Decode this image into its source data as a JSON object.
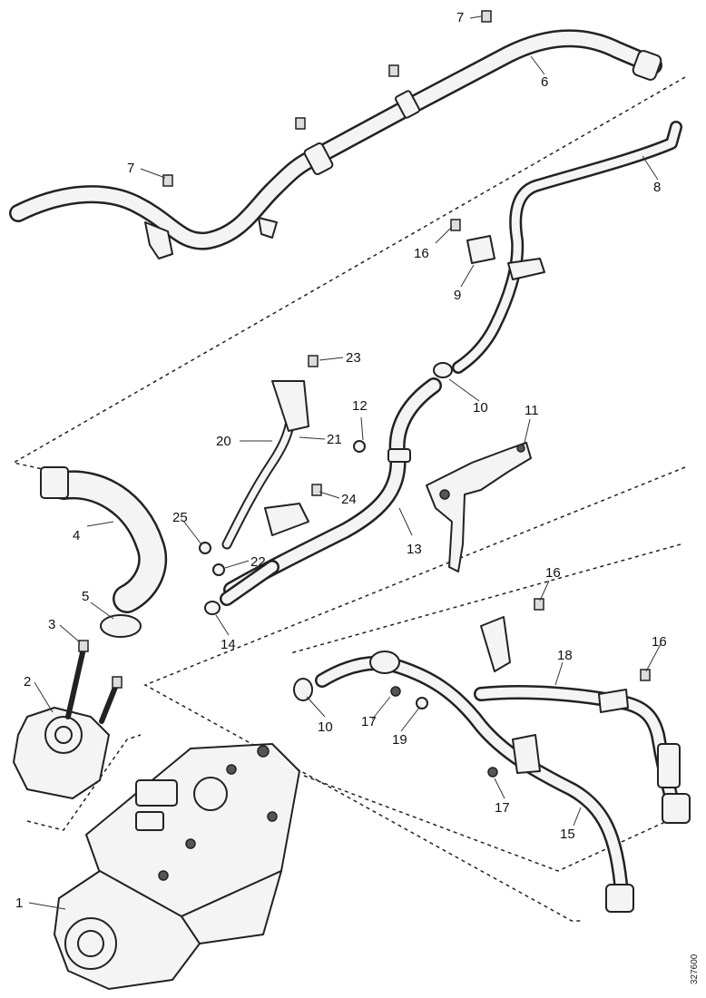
{
  "diagram": {
    "reference_number": "327600",
    "callouts": [
      {
        "id": "c7a",
        "label": "7"
      },
      {
        "id": "c6",
        "label": "6"
      },
      {
        "id": "c7b",
        "label": "7"
      },
      {
        "id": "c8",
        "label": "8"
      },
      {
        "id": "c16a",
        "label": "16"
      },
      {
        "id": "c9",
        "label": "9"
      },
      {
        "id": "c23",
        "label": "23"
      },
      {
        "id": "c10a",
        "label": "10"
      },
      {
        "id": "c12",
        "label": "12"
      },
      {
        "id": "c11",
        "label": "11"
      },
      {
        "id": "c20",
        "label": "20"
      },
      {
        "id": "c21",
        "label": "21"
      },
      {
        "id": "c4",
        "label": "4"
      },
      {
        "id": "c24",
        "label": "24"
      },
      {
        "id": "c25",
        "label": "25"
      },
      {
        "id": "c13",
        "label": "13"
      },
      {
        "id": "c22",
        "label": "22"
      },
      {
        "id": "c5",
        "label": "5"
      },
      {
        "id": "c16b",
        "label": "16"
      },
      {
        "id": "c3",
        "label": "3"
      },
      {
        "id": "c14",
        "label": "14"
      },
      {
        "id": "c18",
        "label": "18"
      },
      {
        "id": "c16c",
        "label": "16"
      },
      {
        "id": "c2",
        "label": "2"
      },
      {
        "id": "c10b",
        "label": "10"
      },
      {
        "id": "c17a",
        "label": "17"
      },
      {
        "id": "c19",
        "label": "19"
      },
      {
        "id": "c17b",
        "label": "17"
      },
      {
        "id": "c15",
        "label": "15"
      },
      {
        "id": "c1",
        "label": "1"
      }
    ]
  }
}
